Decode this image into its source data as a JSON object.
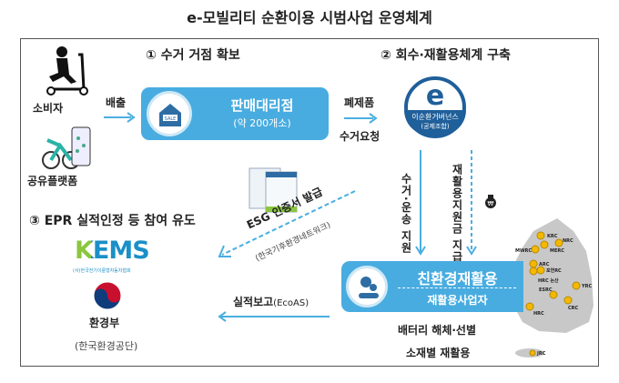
{
  "title": "e-모빌리티 순환이용 시범사업 운영체계",
  "step1": {
    "heading": "① 수거 거점 확보",
    "consumer": "소비자",
    "shared": "공유플랫폼",
    "discharge": "배출",
    "dealer": "판매대리점",
    "dealer_count": "(약 200개소)",
    "sale_sign": "SALE"
  },
  "step2": {
    "heading": "② 회수·재활용체계 구축",
    "waste": "폐제품",
    "pickup": "수거요청",
    "governance": "이순환거버넌스",
    "governance_sub": "(공제조합)",
    "transport": "수거·운송 지원",
    "subsidy": "재활용지원금 지급",
    "recycler": "친환경재활용",
    "recycler_sub": "재활용사업자",
    "process1": "배터리 해체·선별",
    "process2": "소재별 재활용",
    "map_sites": [
      "KRC",
      "NRC",
      "MWRC",
      "MERC",
      "ARC",
      "포연RC",
      "HRC 논산",
      "YRC",
      "ESRC",
      "CRC",
      "HRC",
      "JRC"
    ]
  },
  "step3": {
    "heading": "③ EPR 실적인정 등 참여 유도",
    "esg": "ESG 인증서 발급",
    "esg_org": "(한국기후환경네트워크)",
    "report": "실적보고",
    "report_sys": "(EcoAS)",
    "kems": "KEMS",
    "kems_org": "(사)한국전기이륜형자동차협회",
    "ministry": "환경부",
    "ministry_org": "(한국환경공단)"
  },
  "colors": {
    "box": "#48ace0",
    "arrow": "#4aaee0",
    "navy": "#1f5f9a",
    "kems_green": "#8cc63f",
    "kems_blue": "#1b8fc7",
    "dot": "#f5b800"
  }
}
